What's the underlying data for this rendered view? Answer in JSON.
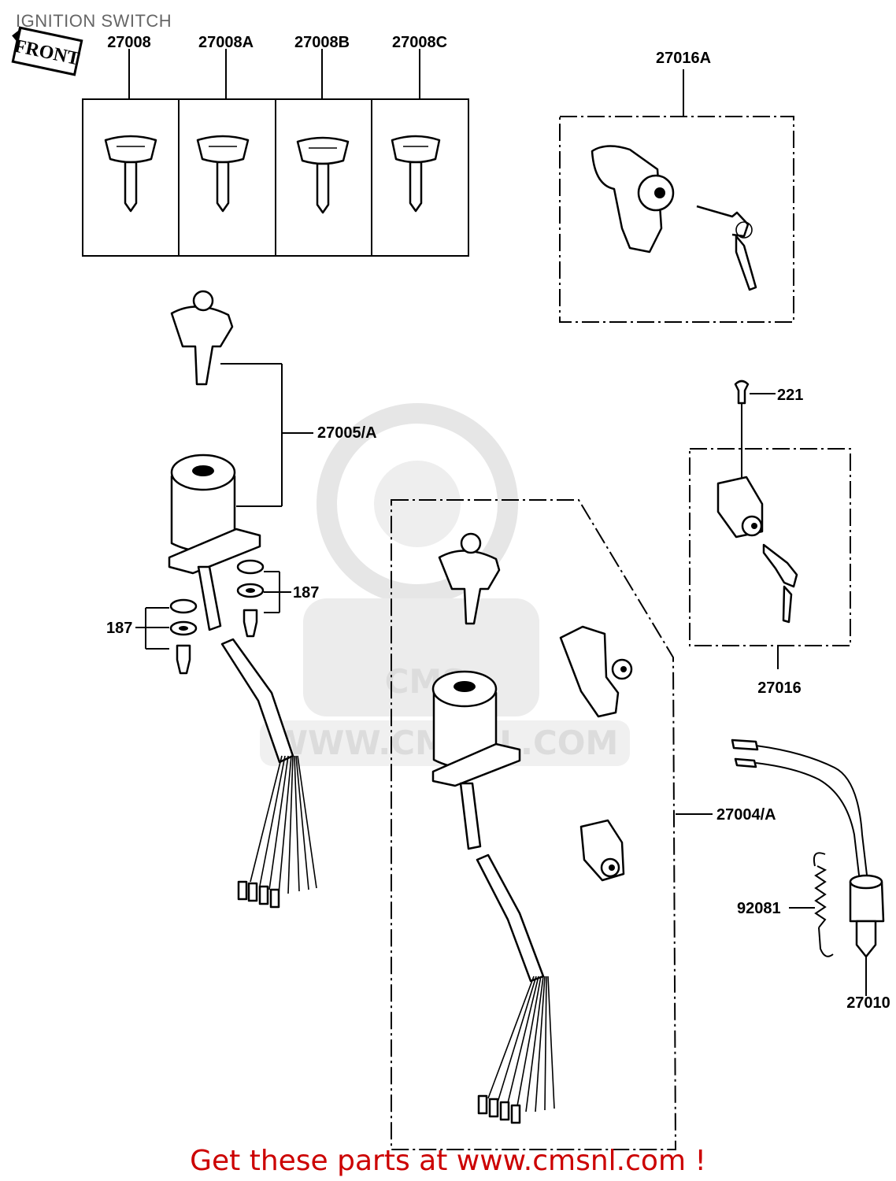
{
  "title": "IGNITION SWITCH",
  "front_label": "FRONT",
  "watermark": {
    "brand": "CMS",
    "url": "WWW.CMSNL.COM"
  },
  "footer": "Get these parts at www.cmsnl.com !",
  "colors": {
    "footer": "#cc0000",
    "title": "#666666",
    "lines": "#000000",
    "watermark": "#dcdcdc"
  },
  "parts": {
    "key_27008": "27008",
    "key_27008a": "27008A",
    "key_27008b": "27008B",
    "key_27008c": "27008C",
    "lock_set_27016a": "27016A",
    "screw_221": "221",
    "lock_set_27016": "27016",
    "switch_27005a": "27005/A",
    "washer_187_right": "187",
    "washer_187_left": "187",
    "switch_27004a": "27004/A",
    "spring_92081": "92081",
    "switch_27010": "27010"
  }
}
